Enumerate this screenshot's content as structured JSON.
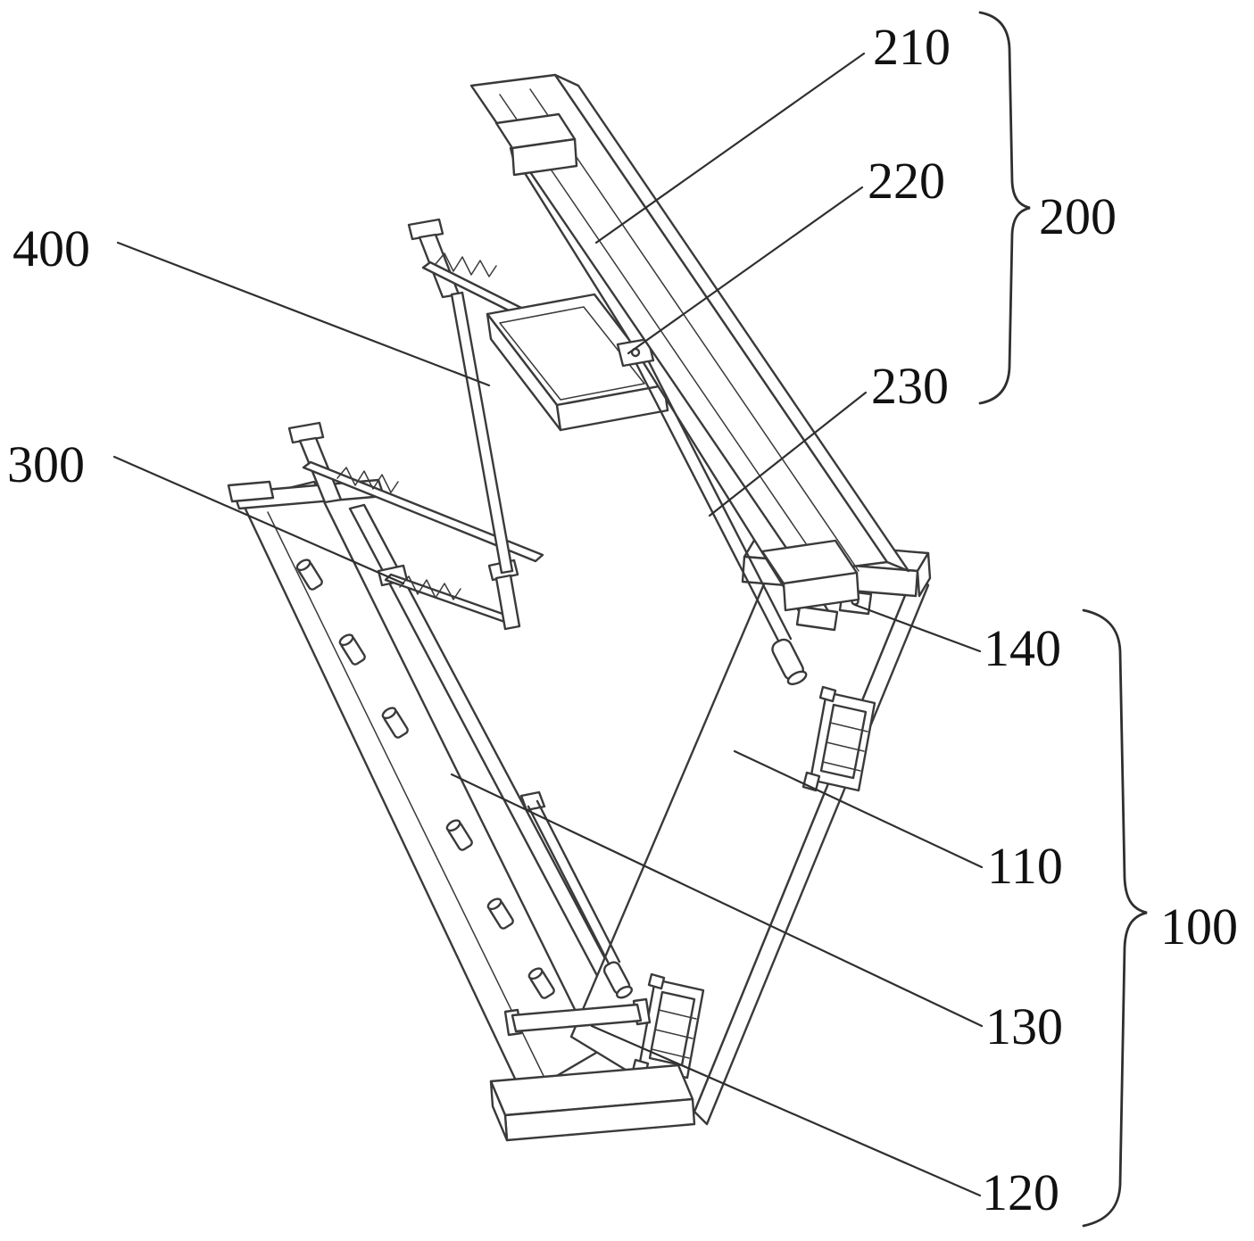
{
  "figure": {
    "type": "patent-line-drawing",
    "description": "Isometric patent-style line drawing of a mechanical rail and carriage assembly with numbered reference labels, leader lines and grouping braces",
    "background_color": "#ffffff",
    "line_color": "#3a3a3a",
    "label_color": "#111111"
  },
  "labels": {
    "n210": "210",
    "n220": "220",
    "n200": "200",
    "n230": "230",
    "n400": "400",
    "n300": "300",
    "n140": "140",
    "n110": "110",
    "n100": "100",
    "n130": "130",
    "n120": "120"
  }
}
